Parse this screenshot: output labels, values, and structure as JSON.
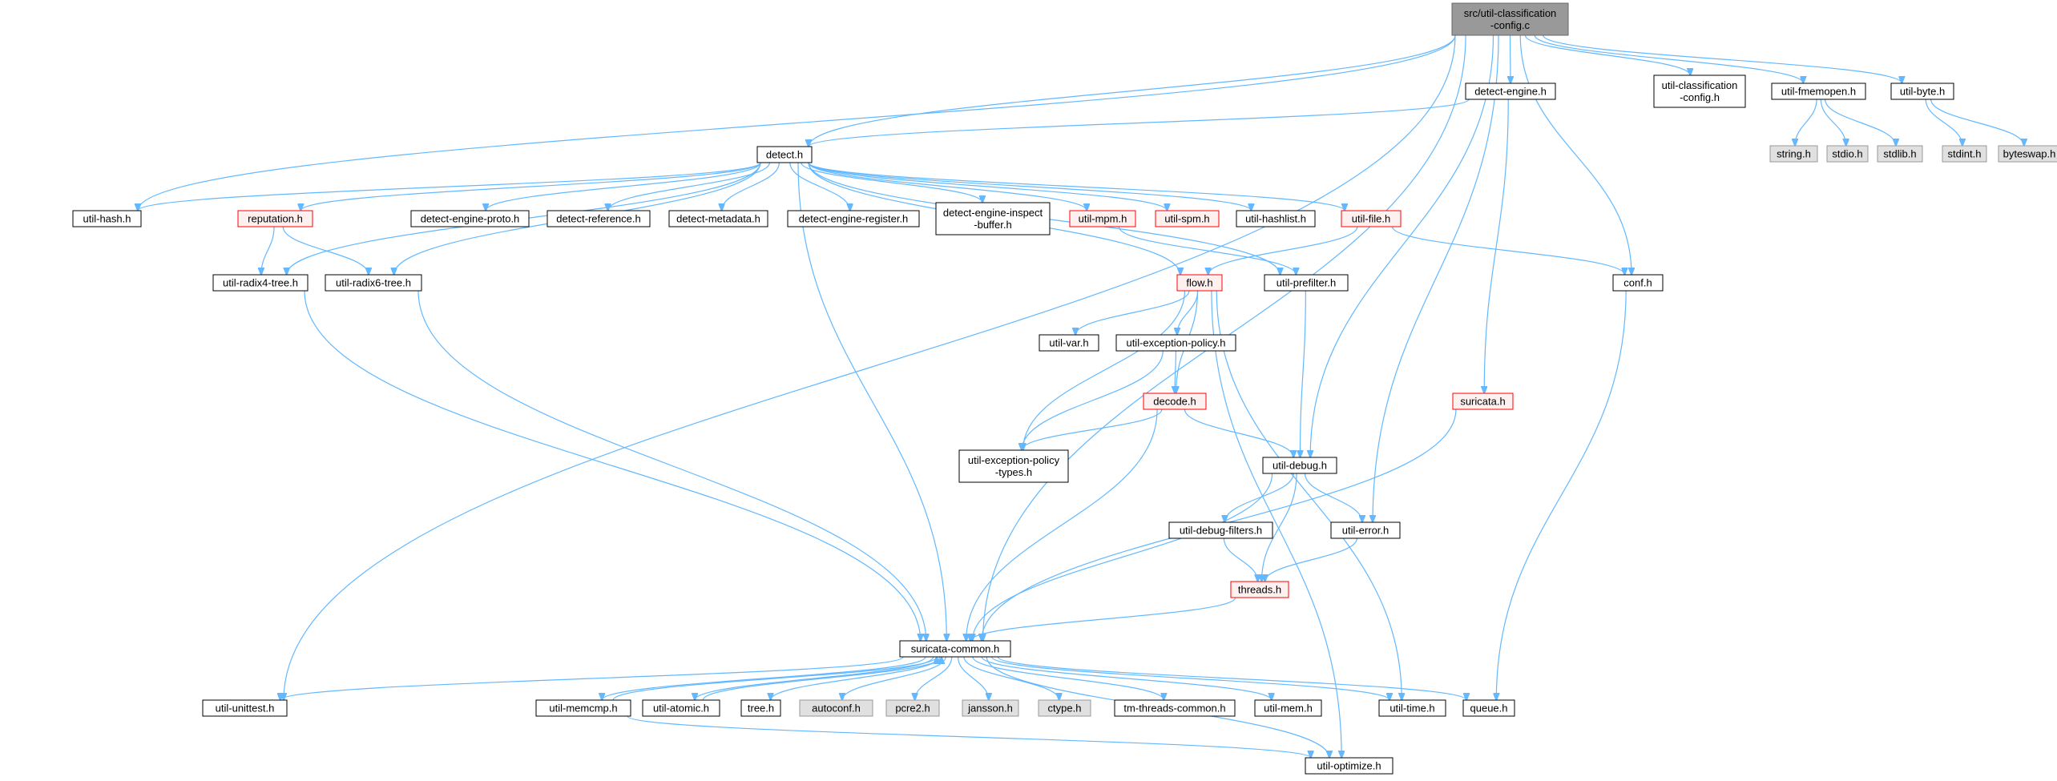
{
  "graph": {
    "title": "",
    "styles": {
      "root": {
        "fill": "#999999",
        "stroke": "#666666"
      },
      "normal": {
        "fill": "#ffffff",
        "stroke": "#000000"
      },
      "truncated": {
        "fill": "#fff0f0",
        "stroke": "#ff0000"
      },
      "system": {
        "fill": "#e0e0e0",
        "stroke": "#999999"
      },
      "edge_color": "#63b8ff"
    },
    "nodes": [
      {
        "id": "root",
        "lines": [
          "src/util-classification",
          "-config.c"
        ],
        "style": "root"
      },
      {
        "id": "detect_engine_h",
        "lines": [
          "detect-engine.h"
        ],
        "style": "normal"
      },
      {
        "id": "util_classification_config_h",
        "lines": [
          "util-classification",
          "-config.h"
        ],
        "style": "normal"
      },
      {
        "id": "util_fmemopen_h",
        "lines": [
          "util-fmemopen.h"
        ],
        "style": "normal"
      },
      {
        "id": "util_byte_h",
        "lines": [
          "util-byte.h"
        ],
        "style": "normal"
      },
      {
        "id": "string_h",
        "lines": [
          "string.h"
        ],
        "style": "system"
      },
      {
        "id": "stdio_h",
        "lines": [
          "stdio.h"
        ],
        "style": "system"
      },
      {
        "id": "stdlib_h",
        "lines": [
          "stdlib.h"
        ],
        "style": "system"
      },
      {
        "id": "stdint_h",
        "lines": [
          "stdint.h"
        ],
        "style": "system"
      },
      {
        "id": "byteswap_h",
        "lines": [
          "byteswap.h"
        ],
        "style": "system"
      },
      {
        "id": "detect_h",
        "lines": [
          "detect.h"
        ],
        "style": "normal"
      },
      {
        "id": "util_hash_h",
        "lines": [
          "util-hash.h"
        ],
        "style": "normal"
      },
      {
        "id": "reputation_h",
        "lines": [
          "reputation.h"
        ],
        "style": "truncated"
      },
      {
        "id": "detect_engine_proto_h",
        "lines": [
          "detect-engine-proto.h"
        ],
        "style": "normal"
      },
      {
        "id": "detect_reference_h",
        "lines": [
          "detect-reference.h"
        ],
        "style": "normal"
      },
      {
        "id": "detect_metadata_h",
        "lines": [
          "detect-metadata.h"
        ],
        "style": "normal"
      },
      {
        "id": "detect_engine_register_h",
        "lines": [
          "detect-engine-register.h"
        ],
        "style": "normal"
      },
      {
        "id": "detect_engine_inspect_buffer_h",
        "lines": [
          "detect-engine-inspect",
          "-buffer.h"
        ],
        "style": "normal"
      },
      {
        "id": "util_mpm_h",
        "lines": [
          "util-mpm.h"
        ],
        "style": "truncated"
      },
      {
        "id": "util_spm_h",
        "lines": [
          "util-spm.h"
        ],
        "style": "truncated"
      },
      {
        "id": "util_hashlist_h",
        "lines": [
          "util-hashlist.h"
        ],
        "style": "normal"
      },
      {
        "id": "util_file_h",
        "lines": [
          "util-file.h"
        ],
        "style": "truncated"
      },
      {
        "id": "util_radix4_tree_h",
        "lines": [
          "util-radix4-tree.h"
        ],
        "style": "normal"
      },
      {
        "id": "util_radix6_tree_h",
        "lines": [
          "util-radix6-tree.h"
        ],
        "style": "normal"
      },
      {
        "id": "flow_h",
        "lines": [
          "flow.h"
        ],
        "style": "truncated"
      },
      {
        "id": "util_prefilter_h",
        "lines": [
          "util-prefilter.h"
        ],
        "style": "normal"
      },
      {
        "id": "conf_h",
        "lines": [
          "conf.h"
        ],
        "style": "normal"
      },
      {
        "id": "util_var_h",
        "lines": [
          "util-var.h"
        ],
        "style": "normal"
      },
      {
        "id": "util_exception_policy_h",
        "lines": [
          "util-exception-policy.h"
        ],
        "style": "normal"
      },
      {
        "id": "suricata_h",
        "lines": [
          "suricata.h"
        ],
        "style": "truncated"
      },
      {
        "id": "decode_h",
        "lines": [
          "decode.h"
        ],
        "style": "truncated"
      },
      {
        "id": "util_exception_policy_types_h",
        "lines": [
          "util-exception-policy",
          "-types.h"
        ],
        "style": "normal"
      },
      {
        "id": "util_debug_h",
        "lines": [
          "util-debug.h"
        ],
        "style": "normal"
      },
      {
        "id": "util_debug_filters_h",
        "lines": [
          "util-debug-filters.h"
        ],
        "style": "normal"
      },
      {
        "id": "util_error_h",
        "lines": [
          "util-error.h"
        ],
        "style": "normal"
      },
      {
        "id": "threads_h",
        "lines": [
          "threads.h"
        ],
        "style": "truncated"
      },
      {
        "id": "suricata_common_h",
        "lines": [
          "suricata-common.h"
        ],
        "style": "normal"
      },
      {
        "id": "util_unittest_h",
        "lines": [
          "util-unittest.h"
        ],
        "style": "normal"
      },
      {
        "id": "util_memcmp_h",
        "lines": [
          "util-memcmp.h"
        ],
        "style": "normal"
      },
      {
        "id": "util_atomic_h",
        "lines": [
          "util-atomic.h"
        ],
        "style": "normal"
      },
      {
        "id": "tree_h",
        "lines": [
          "tree.h"
        ],
        "style": "normal"
      },
      {
        "id": "autoconf_h",
        "lines": [
          "autoconf.h"
        ],
        "style": "system"
      },
      {
        "id": "pcre2_h",
        "lines": [
          "pcre2.h"
        ],
        "style": "system"
      },
      {
        "id": "jansson_h",
        "lines": [
          "jansson.h"
        ],
        "style": "system"
      },
      {
        "id": "ctype_h",
        "lines": [
          "ctype.h"
        ],
        "style": "system"
      },
      {
        "id": "tm_threads_common_h",
        "lines": [
          "tm-threads-common.h"
        ],
        "style": "normal"
      },
      {
        "id": "util_mem_h",
        "lines": [
          "util-mem.h"
        ],
        "style": "normal"
      },
      {
        "id": "util_time_h",
        "lines": [
          "util-time.h"
        ],
        "style": "normal"
      },
      {
        "id": "queue_h",
        "lines": [
          "queue.h"
        ],
        "style": "normal"
      },
      {
        "id": "util_optimize_h",
        "lines": [
          "util-optimize.h"
        ],
        "style": "normal"
      }
    ],
    "edges": [
      [
        "root",
        "detect_engine_h"
      ],
      [
        "root",
        "util_classification_config_h"
      ],
      [
        "root",
        "util_fmemopen_h"
      ],
      [
        "root",
        "util_byte_h"
      ],
      [
        "root",
        "detect_h"
      ],
      [
        "root",
        "util_hash_h"
      ],
      [
        "root",
        "conf_h"
      ],
      [
        "root",
        "util_debug_h"
      ],
      [
        "root",
        "util_error_h"
      ],
      [
        "root",
        "suricata_common_h"
      ],
      [
        "root",
        "util_unittest_h"
      ],
      [
        "util_fmemopen_h",
        "string_h"
      ],
      [
        "util_fmemopen_h",
        "stdio_h"
      ],
      [
        "util_fmemopen_h",
        "stdlib_h"
      ],
      [
        "util_byte_h",
        "stdint_h"
      ],
      [
        "util_byte_h",
        "byteswap_h"
      ],
      [
        "detect_engine_h",
        "detect_h"
      ],
      [
        "detect_engine_h",
        "suricata_h"
      ],
      [
        "detect_h",
        "util_hash_h"
      ],
      [
        "detect_h",
        "reputation_h"
      ],
      [
        "detect_h",
        "detect_engine_proto_h"
      ],
      [
        "detect_h",
        "detect_reference_h"
      ],
      [
        "detect_h",
        "detect_metadata_h"
      ],
      [
        "detect_h",
        "detect_engine_register_h"
      ],
      [
        "detect_h",
        "detect_engine_inspect_buffer_h"
      ],
      [
        "detect_h",
        "util_mpm_h"
      ],
      [
        "detect_h",
        "util_spm_h"
      ],
      [
        "detect_h",
        "util_hashlist_h"
      ],
      [
        "detect_h",
        "util_file_h"
      ],
      [
        "detect_h",
        "util_radix4_tree_h"
      ],
      [
        "detect_h",
        "util_radix6_tree_h"
      ],
      [
        "detect_h",
        "flow_h"
      ],
      [
        "detect_h",
        "util_prefilter_h"
      ],
      [
        "detect_h",
        "suricata_common_h"
      ],
      [
        "reputation_h",
        "util_radix4_tree_h"
      ],
      [
        "reputation_h",
        "util_radix6_tree_h"
      ],
      [
        "util_mpm_h",
        "util_prefilter_h"
      ],
      [
        "util_file_h",
        "flow_h"
      ],
      [
        "util_file_h",
        "conf_h"
      ],
      [
        "util_radix4_tree_h",
        "suricata_common_h"
      ],
      [
        "util_radix6_tree_h",
        "suricata_common_h"
      ],
      [
        "flow_h",
        "util_var_h"
      ],
      [
        "flow_h",
        "util_exception_policy_h"
      ],
      [
        "flow_h",
        "decode_h"
      ],
      [
        "flow_h",
        "util_exception_policy_types_h"
      ],
      [
        "flow_h",
        "util_time_h"
      ],
      [
        "flow_h",
        "util_optimize_h"
      ],
      [
        "util_prefilter_h",
        "util_debug_h"
      ],
      [
        "conf_h",
        "queue_h"
      ],
      [
        "util_exception_policy_h",
        "decode_h"
      ],
      [
        "util_exception_policy_h",
        "util_exception_policy_types_h"
      ],
      [
        "decode_h",
        "util_exception_policy_types_h"
      ],
      [
        "decode_h",
        "util_debug_h"
      ],
      [
        "decode_h",
        "suricata_common_h"
      ],
      [
        "suricata_h",
        "suricata_common_h"
      ],
      [
        "util_debug_h",
        "util_debug_filters_h"
      ],
      [
        "util_debug_h",
        "util_error_h"
      ],
      [
        "util_debug_h",
        "threads_h"
      ],
      [
        "util_debug_h",
        "suricata_common_h"
      ],
      [
        "util_debug_filters_h",
        "threads_h"
      ],
      [
        "util_error_h",
        "threads_h"
      ],
      [
        "threads_h",
        "suricata_common_h"
      ],
      [
        "suricata_common_h",
        "util_unittest_h"
      ],
      [
        "suricata_common_h",
        "util_memcmp_h"
      ],
      [
        "suricata_common_h",
        "util_atomic_h"
      ],
      [
        "suricata_common_h",
        "tree_h"
      ],
      [
        "suricata_common_h",
        "autoconf_h"
      ],
      [
        "suricata_common_h",
        "pcre2_h"
      ],
      [
        "suricata_common_h",
        "jansson_h"
      ],
      [
        "suricata_common_h",
        "ctype_h"
      ],
      [
        "suricata_common_h",
        "tm_threads_common_h"
      ],
      [
        "suricata_common_h",
        "util_mem_h"
      ],
      [
        "suricata_common_h",
        "util_time_h"
      ],
      [
        "suricata_common_h",
        "queue_h"
      ],
      [
        "suricata_common_h",
        "util_optimize_h"
      ],
      [
        "util_memcmp_h",
        "suricata_common_h"
      ],
      [
        "util_memcmp_h",
        "util_optimize_h"
      ],
      [
        "util_atomic_h",
        "suricata_common_h"
      ]
    ]
  }
}
